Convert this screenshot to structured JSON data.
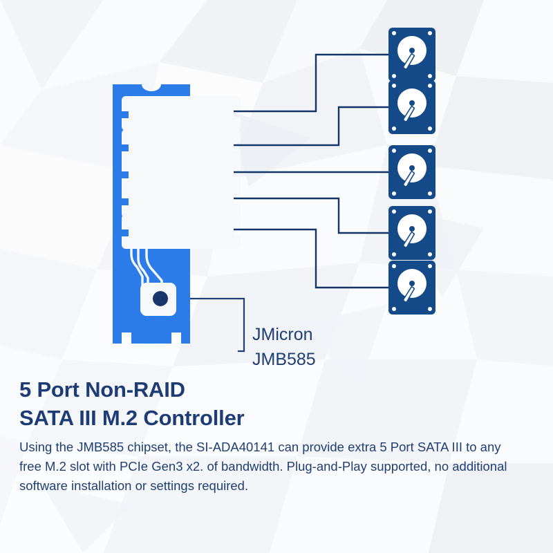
{
  "product": {
    "headline_line1": "5 Port Non-RAID",
    "headline_line2": "SATA III M.2 Controller",
    "description": "Using the JMB585 chipset, the SI-ADA40141 can provide extra 5 Port SATA III to any free M.2 slot with PCIe Gen3 x2. of bandwidth. Plug-and-Play supported, no additional software installation or settings required."
  },
  "callout": {
    "chip_vendor": "JMicron",
    "chip_model": "JMB585"
  },
  "diagram": {
    "card_label": "m2-controller-card",
    "port_count": 5,
    "drive_count": 5,
    "ports": [
      {
        "name": "sata-port-1"
      },
      {
        "name": "sata-port-2"
      },
      {
        "name": "sata-port-3"
      },
      {
        "name": "sata-port-4"
      },
      {
        "name": "sata-port-5"
      }
    ],
    "drives": [
      {
        "name": "hard-drive-1"
      },
      {
        "name": "hard-drive-2"
      },
      {
        "name": "hard-drive-3"
      },
      {
        "name": "hard-drive-4"
      },
      {
        "name": "hard-drive-5"
      }
    ]
  },
  "colors": {
    "card_blue": "#2b7ce9",
    "drive_navy": "#134a87",
    "line_navy": "#123567",
    "heading_navy": "#1d3c76",
    "body_navy": "#1f3f73",
    "white": "#f7f8fa",
    "background": "#fbfbfc"
  }
}
